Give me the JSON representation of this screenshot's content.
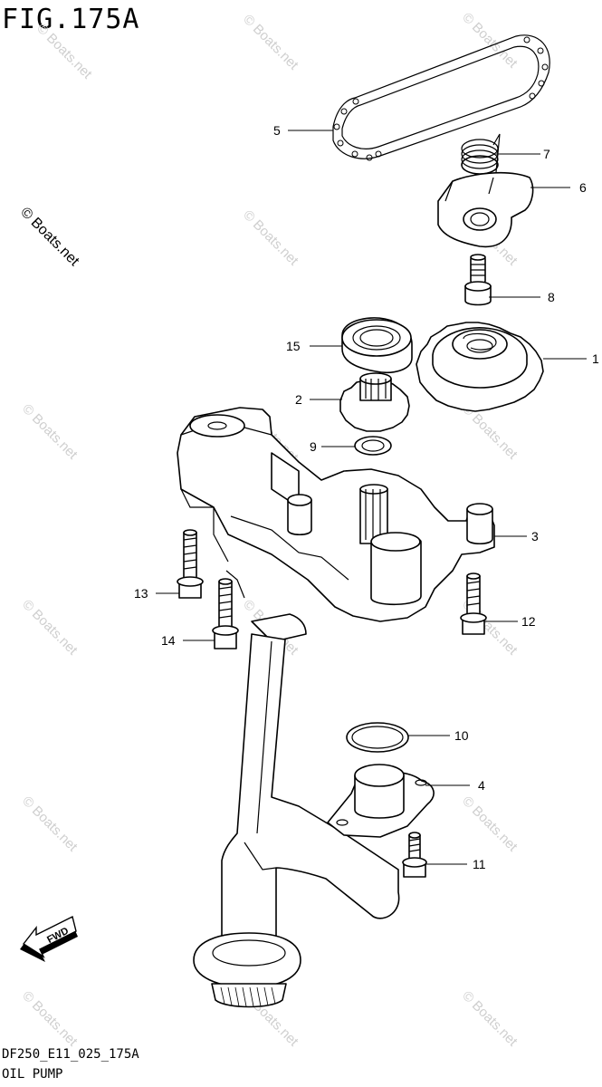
{
  "header": {
    "figure_label": "FIG.175A"
  },
  "footer": {
    "part_code": "DF250_E11_025_175A",
    "section_title": "OIL PUMP"
  },
  "watermark": {
    "text": "© Boats.net"
  },
  "badge": {
    "fwd_label": "FWD"
  },
  "callouts": [
    {
      "id": "1",
      "part": "sprocket-gear"
    },
    {
      "id": "2",
      "part": "drive-gear"
    },
    {
      "id": "3",
      "part": "oil-pump-body"
    },
    {
      "id": "4",
      "part": "strainer"
    },
    {
      "id": "5",
      "part": "timing-chain"
    },
    {
      "id": "6",
      "part": "chain-tensioner"
    },
    {
      "id": "7",
      "part": "tensioner-spring"
    },
    {
      "id": "8",
      "part": "tensioner-bolt"
    },
    {
      "id": "9",
      "part": "washer"
    },
    {
      "id": "10",
      "part": "o-ring"
    },
    {
      "id": "11",
      "part": "strainer-bolt"
    },
    {
      "id": "12",
      "part": "bolt-right"
    },
    {
      "id": "13",
      "part": "bolt-left-upper"
    },
    {
      "id": "14",
      "part": "bolt-left-lower"
    },
    {
      "id": "15",
      "part": "bearing"
    }
  ],
  "colors": {
    "line": "#000000",
    "watermark": "#cfcfcf"
  }
}
